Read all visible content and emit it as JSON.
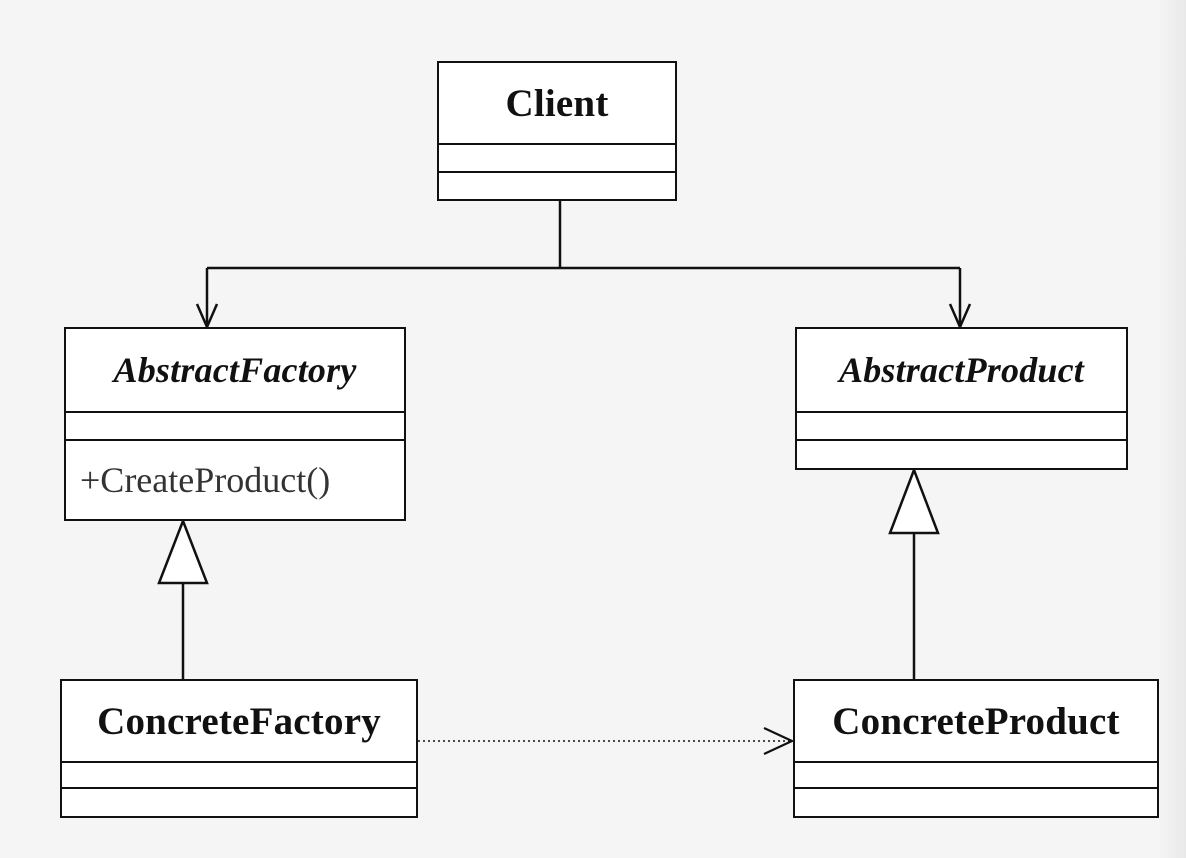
{
  "diagram": {
    "classes": {
      "client": {
        "name": "Client",
        "operation": ""
      },
      "abstract_factory": {
        "name": "AbstractFactory",
        "operation": "+CreateProduct()"
      },
      "abstract_product": {
        "name": "AbstractProduct",
        "operation": ""
      },
      "concrete_factory": {
        "name": "ConcreteFactory",
        "operation": ""
      },
      "concrete_product": {
        "name": "ConcreteProduct",
        "operation": ""
      }
    },
    "colors": {
      "background": "#f5f5f5",
      "box_fill": "#ffffff",
      "line": "#111111",
      "text": "#111111",
      "method_text": "#333333"
    }
  }
}
